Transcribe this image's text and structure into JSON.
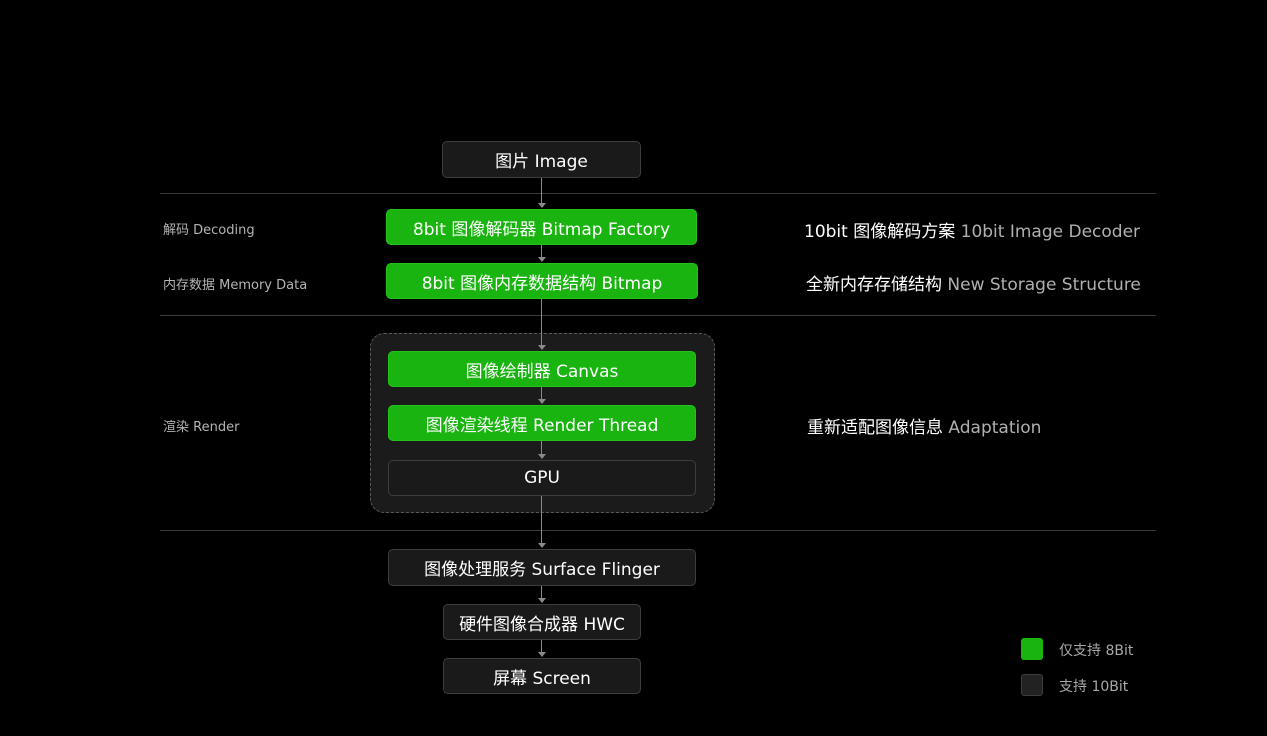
{
  "pipeline": {
    "image": "图片 Image",
    "bitmap_factory": "8bit 图像解码器 Bitmap Factory",
    "bitmap": "8bit 图像内存数据结构 Bitmap",
    "canvas": "图像绘制器 Canvas",
    "render_thread": "图像渲染线程 Render Thread",
    "gpu": "GPU",
    "surface_flinger": "图像处理服务 Surface Flinger",
    "hwc": "硬件图像合成器 HWC",
    "screen": "屏幕 Screen"
  },
  "stages": {
    "decoding": "解码 Decoding",
    "memory_data": "内存数据 Memory Data",
    "render": "渲染 Render"
  },
  "notes": {
    "decoder": {
      "cn": "10bit 图像解码方案",
      "en": "10bit Image Decoder"
    },
    "storage": {
      "cn": "全新内存存储结构",
      "en": "New Storage Structure"
    },
    "adaptation": {
      "cn": "重新适配图像信息",
      "en": "Adaptation"
    }
  },
  "legend": {
    "only_8bit": "仅支持 8Bit",
    "supports_10bit": "支持 10Bit"
  },
  "colors": {
    "background": "#000000",
    "green": "#19b40f",
    "dark_box": "#1a1a1a",
    "divider": "#3a3a3a",
    "connector": "#8a8a8a"
  }
}
